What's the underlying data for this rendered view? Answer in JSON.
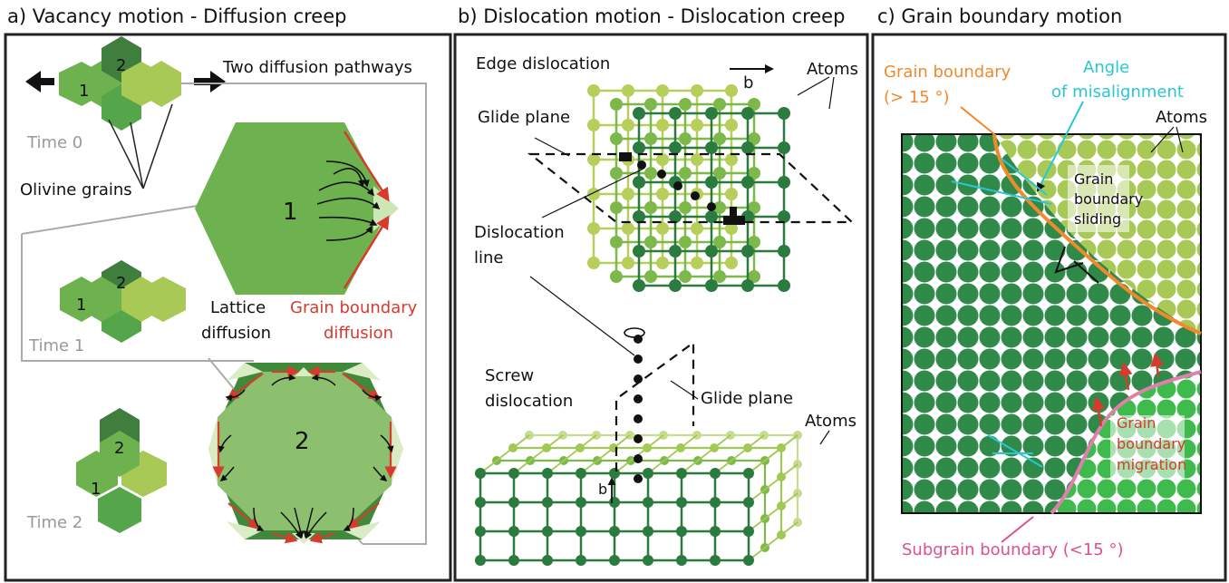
{
  "panel_a": {
    "title": "a) Vacancy motion - Diffusion creep",
    "pathways": "Two diffusion pathways",
    "time0": "Time 0",
    "time1": "Time 1",
    "time2": "Time 2",
    "olivine": "Olivine grains",
    "grain1": "1",
    "grain2": "2",
    "lattice1": "Lattice",
    "lattice2": "diffusion",
    "gbd1": "Grain boundary",
    "gbd2": "diffusion"
  },
  "panel_b": {
    "title": "b) Dislocation motion - Dislocation creep",
    "edge": "Edge dislocation",
    "atoms": "Atoms",
    "burgers": "b",
    "glide": "Glide plane",
    "disl1": "Dislocation",
    "disl2": "line",
    "screw1": "Screw",
    "screw2": "dislocation",
    "glide2": "Glide plane",
    "atoms2": "Atoms",
    "burgers2": "b"
  },
  "panel_c": {
    "title": "c) Grain boundary motion",
    "gb1": "Grain boundary",
    "gb2": "(> 15 °)",
    "angle1": "Angle",
    "angle2": "of misalignment",
    "atoms": "Atoms",
    "sliding1": "Grain",
    "sliding2": "boundary",
    "sliding3": "sliding",
    "mig1": "Grain",
    "mig2": "boundary",
    "mig3": "migration",
    "subgrain": "Subgrain boundary (<15 °)"
  },
  "colors": {
    "dark_green": "#2f7a3a",
    "mid_green": "#5aa84a",
    "light_green": "#a9c957",
    "grain_boundary": "#d83a2d",
    "orange": "#f08a2c",
    "cyan": "#29c6d6",
    "pink": "#d9528f"
  }
}
